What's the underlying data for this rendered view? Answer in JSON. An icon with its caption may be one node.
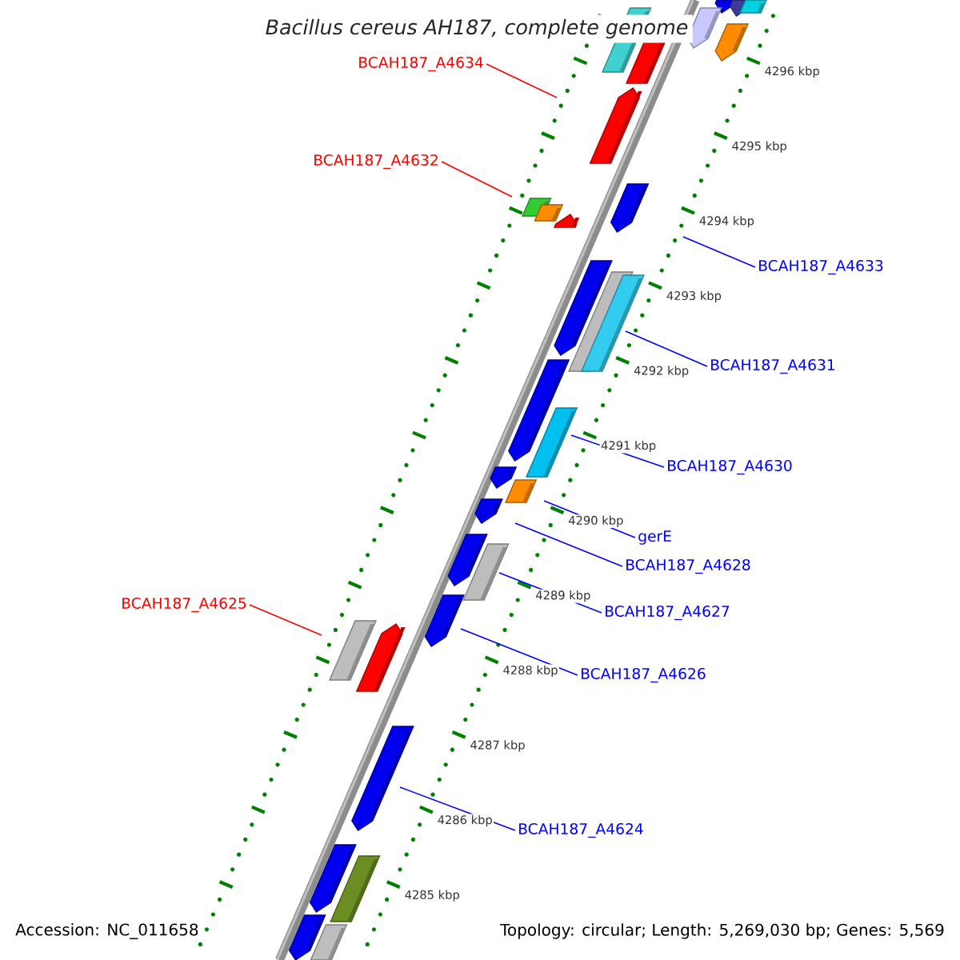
{
  "diagram": {
    "title": "Bacillus cereus AH187, complete genome",
    "nodes": [
      {
        "text": [
          "BCAH187_A4634"
        ]
      },
      {
        "text": [
          "BCAH187_A4632"
        ]
      },
      {
        "text": [
          "BCAH187_A4633"
        ]
      },
      {
        "text": [
          "BCAH187_A4631"
        ]
      },
      {
        "text": [
          "BCAH187_A4630"
        ]
      },
      {
        "text": [
          "gerE"
        ]
      },
      {
        "text": [
          "BCAH187_A4628"
        ]
      },
      {
        "text": [
          "BCAH187_A4625"
        ]
      },
      {
        "text": [
          "BCAH187_A4627"
        ]
      },
      {
        "text": [
          "BCAH187_A4626"
        ]
      },
      {
        "text": [
          "BCAH187_A4624"
        ]
      }
    ],
    "edges": [
      {
        "from": 0,
        "to": null,
        "arrow": "none",
        "color": "#ff0000"
      },
      {
        "from": 1,
        "to": null,
        "arrow": "none",
        "color": "#ff0000"
      },
      {
        "from": 2,
        "to": null,
        "arrow": "none"
      },
      {
        "from": 3,
        "to": null,
        "arrow": "none"
      },
      {
        "from": 4,
        "to": null,
        "arrow": "none"
      },
      {
        "from": 5,
        "to": null,
        "arrow": "none"
      },
      {
        "from": 6,
        "to": null,
        "arrow": "none"
      },
      {
        "from": 7,
        "to": null,
        "arrow": "none",
        "color": "#ff0000"
      },
      {
        "from": 8,
        "to": null,
        "arrow": "none"
      },
      {
        "from": 9,
        "to": null,
        "arrow": "none"
      },
      {
        "from": 10,
        "to": null,
        "arrow": "none"
      }
    ],
    "labels": [
      "4296 kbp",
      "4295 kbp",
      "4294 kbp",
      "4293 kbp",
      "4292 kbp",
      "4291 kbp",
      "4290 kbp",
      "4289 kbp",
      "4288 kbp",
      "4287 kbp",
      "4286 kbp",
      "4285 kbp",
      "Accession: NC_011658",
      "Topology: circular; Length: 5,269,030 bp; Genes: 5,569"
    ]
  }
}
